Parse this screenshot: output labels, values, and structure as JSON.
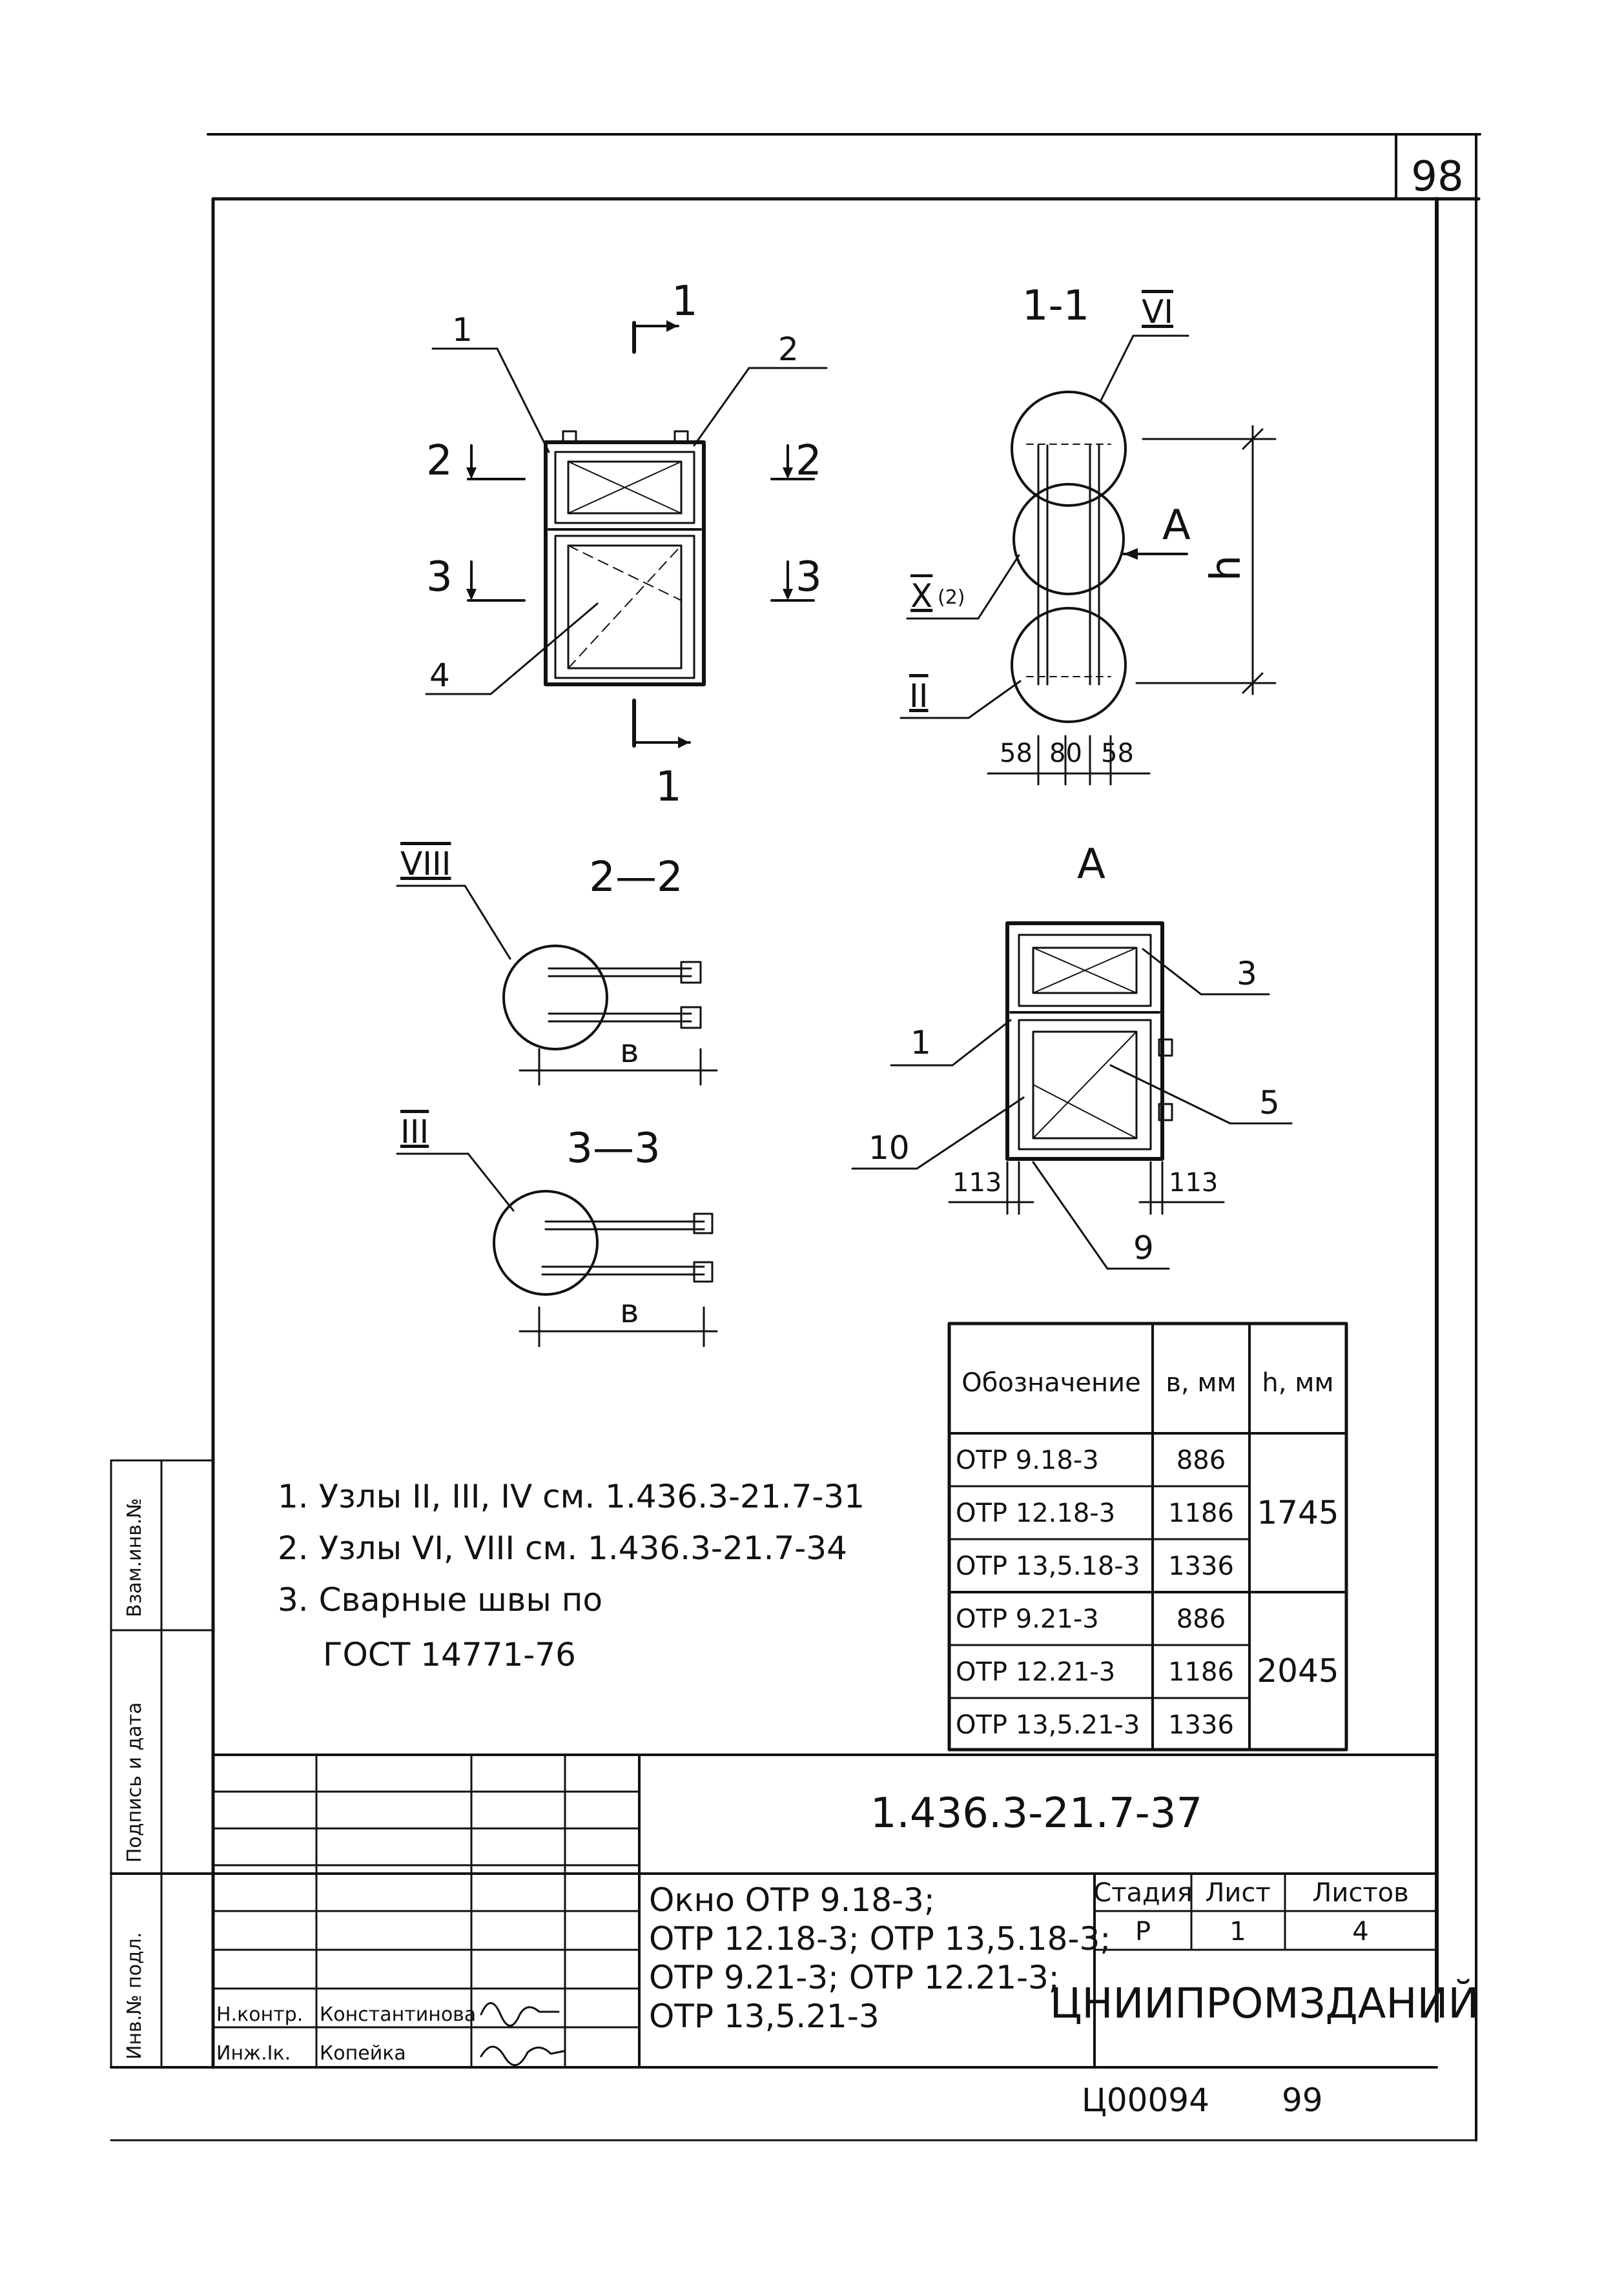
{
  "sheet_number": "98",
  "section_marks": {
    "section_1": "1",
    "section_2": "2",
    "section_3": "3"
  },
  "titles": {
    "section_1_1": "1-1",
    "section_2_2": "2—2",
    "section_3_3": "3—3",
    "view_a": "A"
  },
  "callouts": {
    "node_vi": "VI",
    "node_x": "X",
    "node_x_count": "(2)",
    "node_ii": "II",
    "node_viii": "VIII",
    "node_iii": "III",
    "arrow_a": "A",
    "height_h": "h"
  },
  "part_labels": {
    "p1": "1",
    "p2": "2",
    "p3": "3",
    "p4": "4",
    "p5": "5",
    "p9": "9",
    "p10": "10"
  },
  "dimensions": {
    "d58_left": "58",
    "d80": "80",
    "d58_right": "58",
    "d113_left": "113",
    "d113_right": "113",
    "width_b": "в"
  },
  "notes": [
    "1. Узлы II, III, IV см. 1.436.3-21.7-31",
    "2. Узлы VI, VIII см. 1.436.3-21.7-34",
    "3. Сварные швы по",
    "ГОСТ 14771-76"
  ],
  "spec_table": {
    "headers": [
      "Обозначение",
      "в, мм",
      "h, мм"
    ],
    "rows": [
      {
        "designation": "ОТР 9.18-3",
        "b": "886"
      },
      {
        "designation": "ОТР 12.18-3",
        "b": "1186"
      },
      {
        "designation": "ОТР 13,5.18-3",
        "b": "1336"
      },
      {
        "designation": "ОТР 9.21-3",
        "b": "886"
      },
      {
        "designation": "ОТР 12.21-3",
        "b": "1186"
      },
      {
        "designation": "ОТР 13,5.21-3",
        "b": "1336"
      }
    ],
    "h_values": [
      "1745",
      "2045"
    ]
  },
  "title_block": {
    "doc_code": "1.436.3-21.7-37",
    "description": [
      "Окно ОТР 9.18-3;",
      "ОТР 12.18-3; ОТР 13,5.18-3;",
      "ОТР 9.21-3; ОТР 12.21-3;",
      "ОТР 13,5.21-3"
    ],
    "stage_label": "Стадия",
    "sheet_label": "Лист",
    "sheets_label": "Листов",
    "stage_value": "Р",
    "sheet_value": "1",
    "sheets_value": "4",
    "organization": "ЦНИИПРОМЗДАНИЙ",
    "roles": [
      "Н.контр.",
      "Инж.Iк."
    ],
    "names": [
      "Константинова",
      "Копейка"
    ]
  },
  "side_stamp": [
    "Инв.№ подл.",
    "Подпись и дата",
    "Взам.инв.№"
  ],
  "footer": {
    "code": "Ц00094",
    "page": "99"
  }
}
